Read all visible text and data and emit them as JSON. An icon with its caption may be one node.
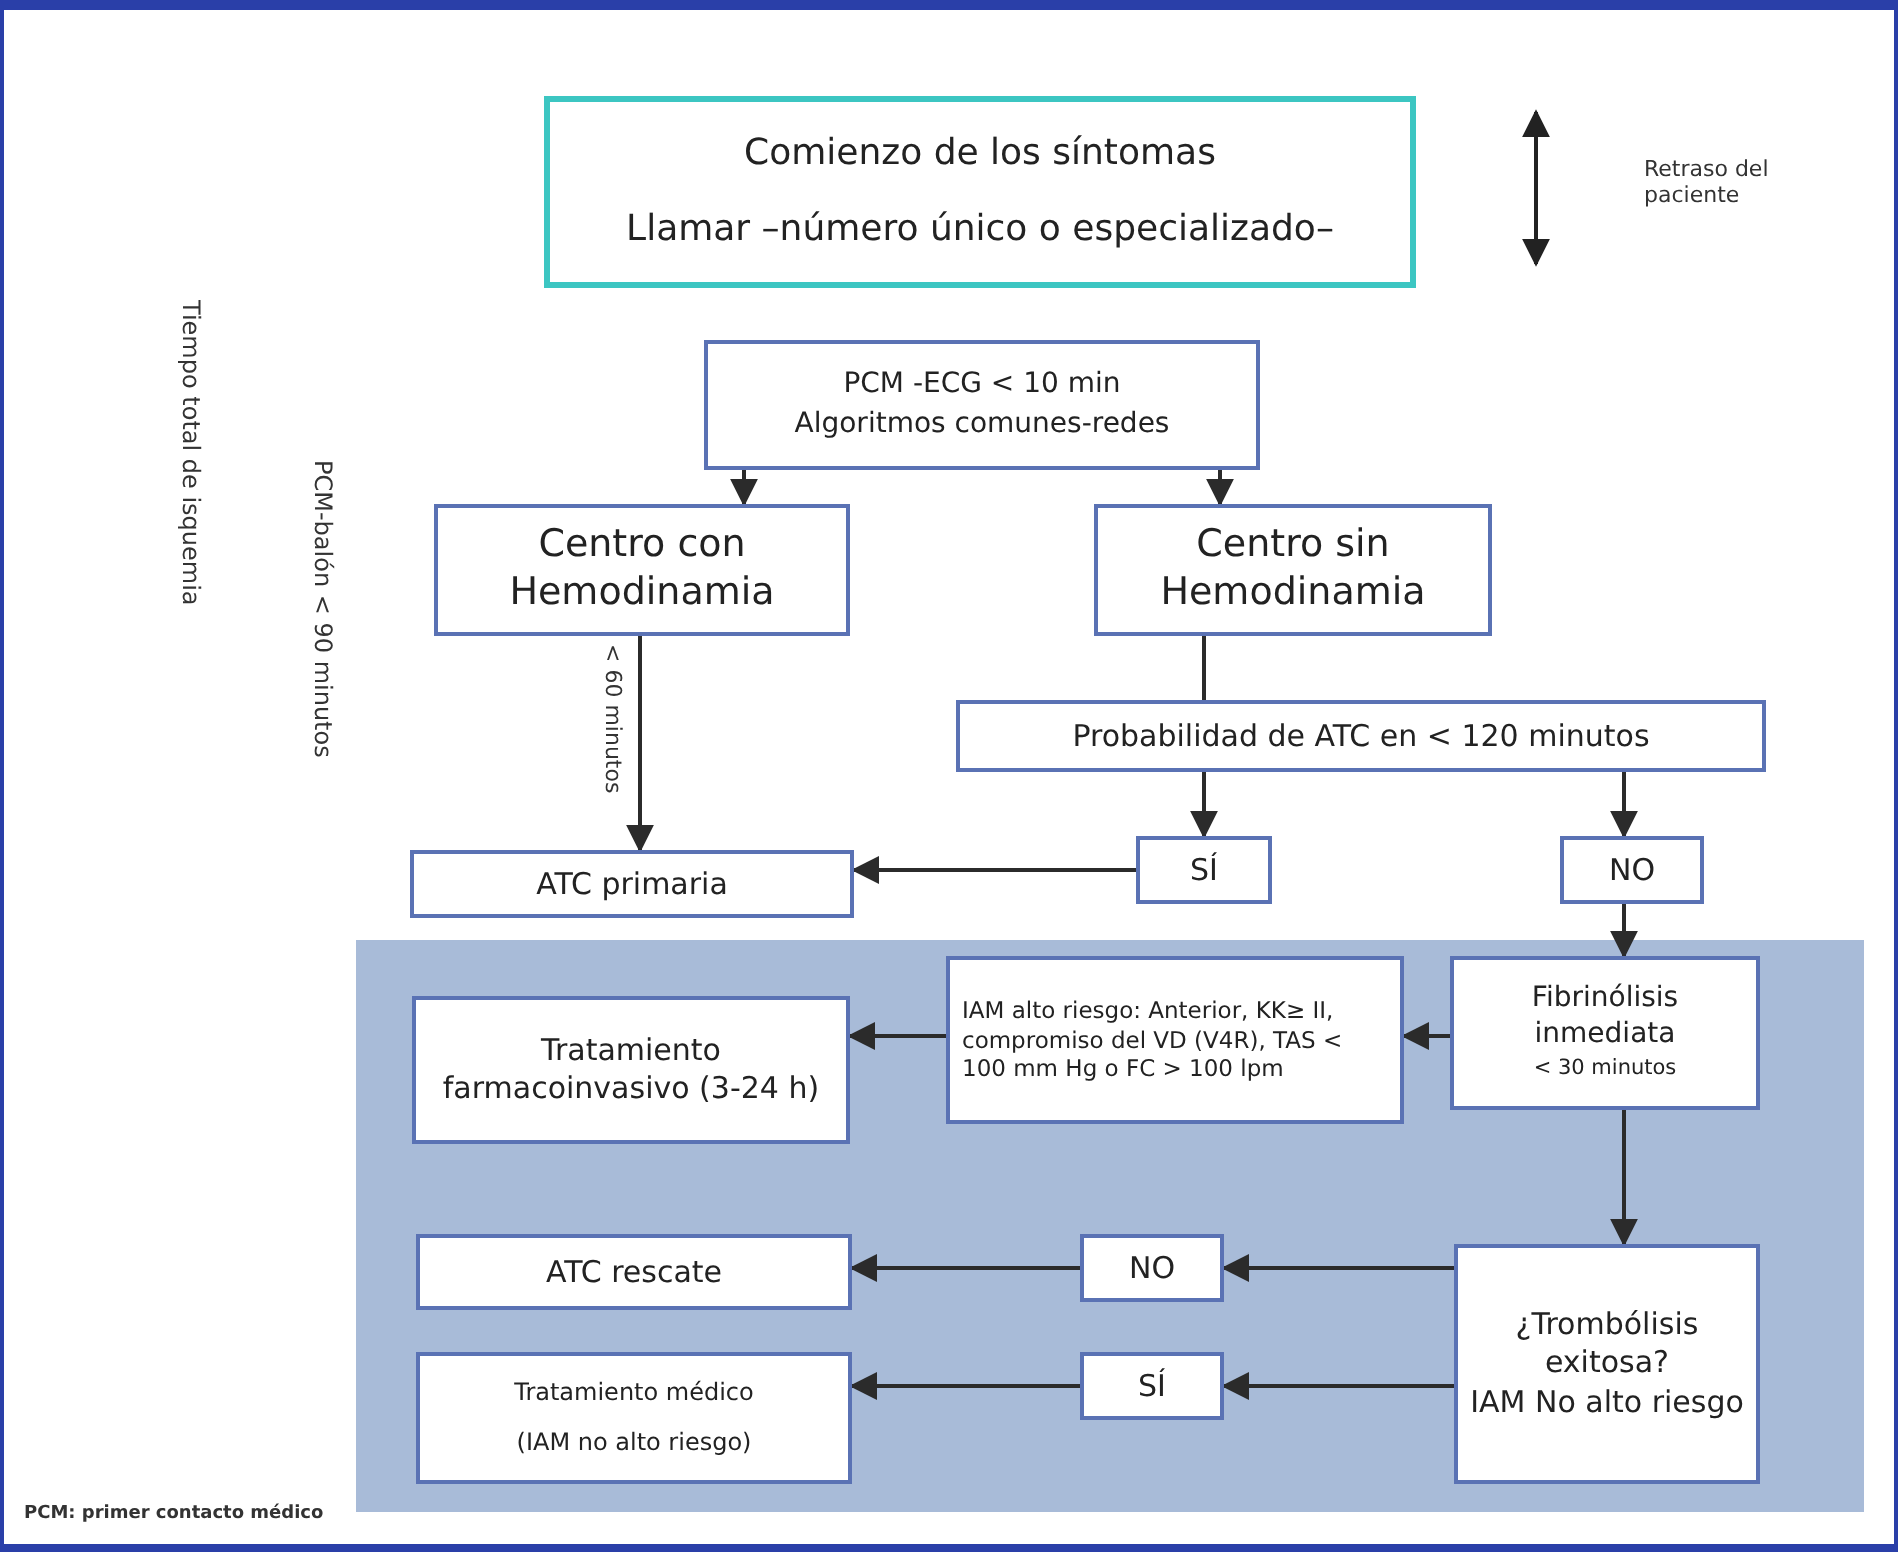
{
  "diagram": {
    "nodes": [
      {
        "text": [
          "Comienzo de los síntomas",
          "Llamar –número único o especializado–"
        ]
      },
      {
        "text": [
          "PCM -ECG < 10 min",
          "Algoritmos comunes-redes"
        ]
      },
      {
        "text": [
          "Centro con Hemodinamia"
        ]
      },
      {
        "text": [
          "Centro sin Hemodinamia"
        ]
      },
      {
        "text": [
          "Probabilidad de ATC en < 120 minutos"
        ]
      },
      {
        "text": [
          "SÍ"
        ]
      },
      {
        "text": [
          "NO"
        ]
      },
      {
        "text": [
          "ATC primaria"
        ]
      },
      {
        "text": [],
        "shape": "box"
      },
      {
        "text": [
          "IAM alto riesgo: Anterior, KK≥ II, compromiso del VD (V4R), TAS < 100 mm Hg o FC > 100 lpm"
        ],
        "in": 8
      },
      {
        "text": [
          "Fibrinólisis inmediata",
          "< 30 minutos"
        ],
        "in": 8
      },
      {
        "text": [
          "Tratamiento farmacoinvasivo (3-24 h)"
        ],
        "in": 8
      },
      {
        "text": [
          "ATC rescate"
        ],
        "in": 8
      },
      {
        "text": [
          "NO"
        ],
        "in": 8
      },
      {
        "text": [
          "¿Trombólisis exitosa?",
          "IAM No alto riesgo"
        ],
        "in": 8
      },
      {
        "text": [
          "Tratamiento médico",
          "(IAM no alto riesgo)"
        ],
        "in": 8
      },
      {
        "text": [
          "SÍ"
        ],
        "in": 8
      }
    ],
    "edges": [
      {
        "from": 1,
        "to": 2,
        "arrow": "to"
      },
      {
        "from": 1,
        "to": 3,
        "arrow": "to"
      },
      {
        "from": 2,
        "to": 7,
        "arrow": "to",
        "label": "< 60 minutos"
      },
      {
        "from": 3,
        "to": 4,
        "arrow": "none"
      },
      {
        "from": 4,
        "to": 5,
        "arrow": "to"
      },
      {
        "from": 4,
        "to": 6,
        "arrow": "to"
      },
      {
        "from": 5,
        "to": 7,
        "arrow": "to"
      },
      {
        "from": 6,
        "to": 10,
        "arrow": "to"
      },
      {
        "from": 10,
        "to": 9,
        "arrow": "to"
      },
      {
        "from": 9,
        "to": 11,
        "arrow": "to"
      },
      {
        "from": 10,
        "to": 14,
        "arrow": "to"
      },
      {
        "from": 14,
        "to": 13,
        "arrow": "to"
      },
      {
        "from": 13,
        "to": 12,
        "arrow": "to"
      },
      {
        "from": 14,
        "to": 16,
        "arrow": "to"
      },
      {
        "from": 16,
        "to": 15,
        "arrow": "to"
      }
    ],
    "labels": [
      "Retraso del paciente",
      "Tiempo total de isquemia",
      "PCM-balón < 90 minutos",
      "PCM: primer contacto médico"
    ]
  }
}
